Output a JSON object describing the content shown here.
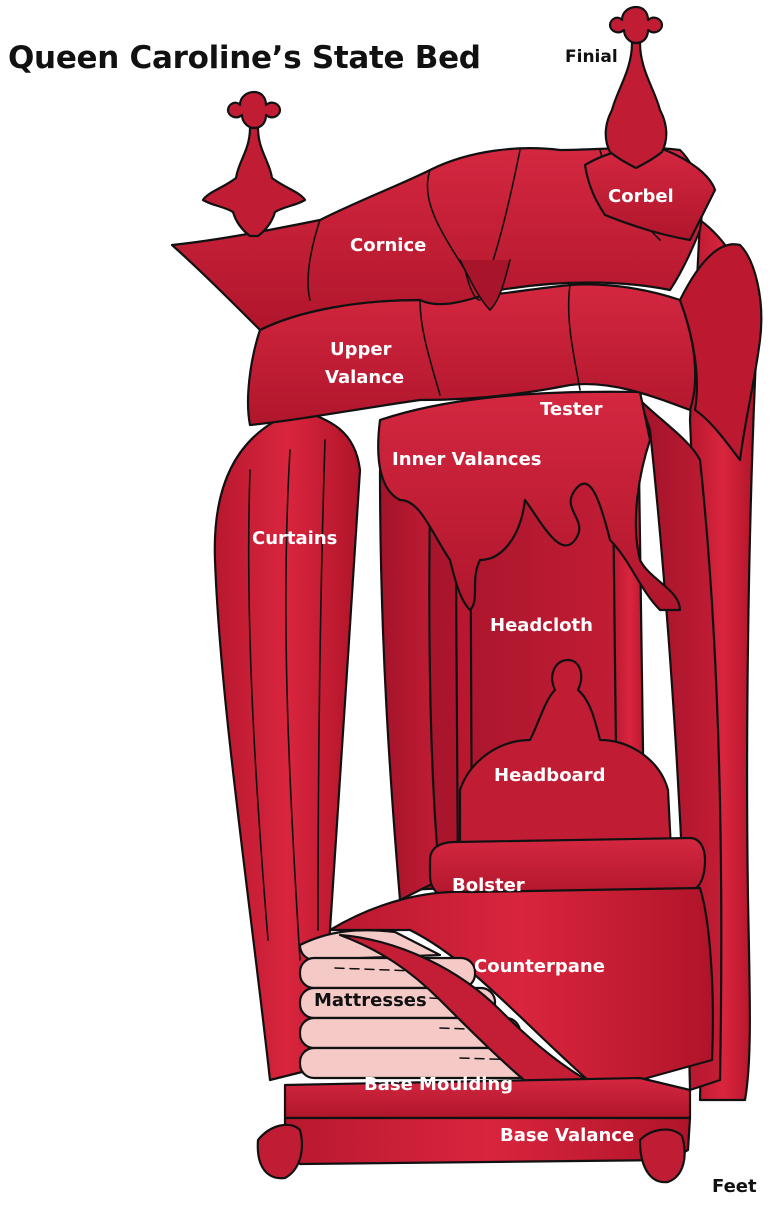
{
  "title": "Queen Caroline’s State Bed",
  "colors": {
    "bed_red": "#d0223a",
    "bed_red_dark": "#a8142a",
    "mattress_pink": "#f4c9c6",
    "outline": "#111111",
    "label_on_red": "#ffffff",
    "label_on_white": "#111111"
  },
  "labels": {
    "finial": "Finial",
    "corbel": "Corbel",
    "cornice": "Cornice",
    "upper_valance_1": "Upper",
    "upper_valance_2": "Valance",
    "tester": "Tester",
    "inner_valances": "Inner Valances",
    "curtains": "Curtains",
    "headcloth": "Headcloth",
    "headboard": "Headboard",
    "bolster": "Bolster",
    "counterpane": "Counterpane",
    "mattresses": "Mattresses",
    "base_moulding": "Base Moulding",
    "base_valance": "Base Valance",
    "feet": "Feet"
  }
}
